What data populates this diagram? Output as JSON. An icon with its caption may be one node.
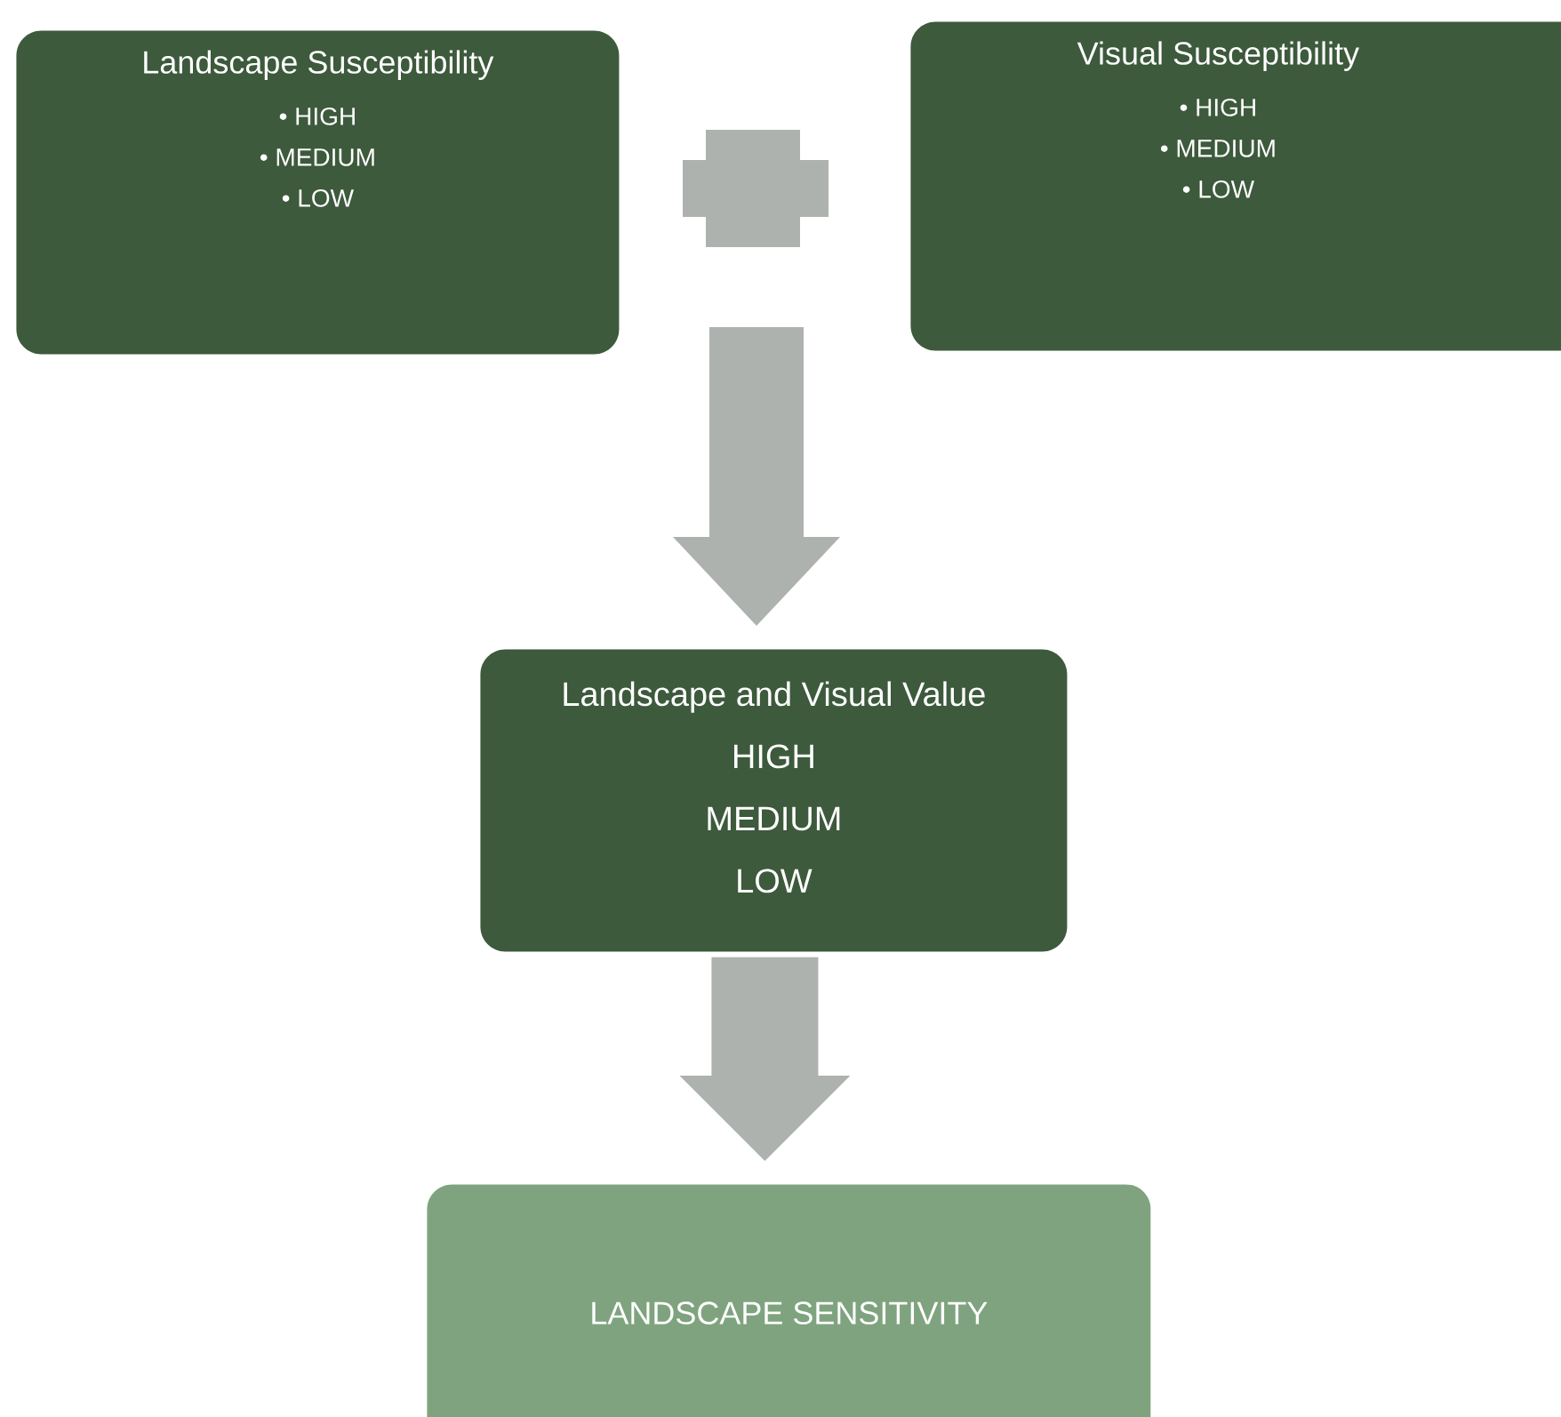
{
  "diagram": {
    "nodes": [
      {
        "text": [
          "Landscape Susceptibility",
          "• HIGH",
          "• MEDIUM",
          "• LOW"
        ]
      },
      {
        "text": [],
        "shape": "plus"
      },
      {
        "text": [
          "Visual Susceptibility",
          "• HIGH",
          "• MEDIUM",
          "• LOW"
        ]
      },
      {
        "text": [
          "Landscape and Visual Value",
          "HIGH",
          "MEDIUM",
          "LOW"
        ]
      },
      {
        "text": [
          "LANDSCAPE SENSITIVITY"
        ]
      }
    ],
    "edges": [
      {
        "from": null,
        "to": 3,
        "arrow": "to"
      },
      {
        "from": 3,
        "to": 4,
        "arrow": "to"
      }
    ]
  }
}
